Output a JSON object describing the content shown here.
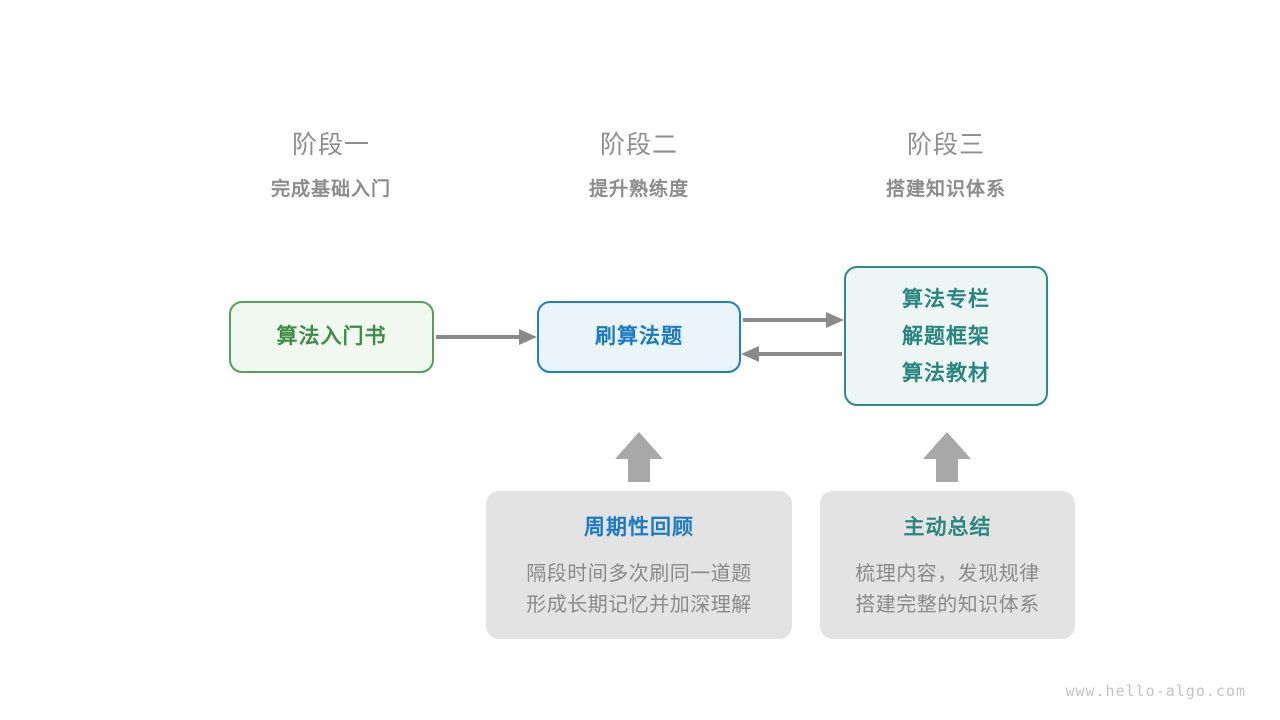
{
  "phases": [
    {
      "title": "阶段一",
      "subtitle": "完成基础入门"
    },
    {
      "title": "阶段二",
      "subtitle": "提升熟练度"
    },
    {
      "title": "阶段三",
      "subtitle": "搭建知识体系"
    }
  ],
  "nodes": {
    "book": {
      "label": "算法入门书",
      "color": "#3f8c46",
      "border": "#57a05a",
      "fill": "#f1f8f0"
    },
    "practice": {
      "label": "刷算法题",
      "color": "#1a7ac4",
      "border": "#1f7dd0",
      "fill": "#eaf4fd"
    },
    "resources": {
      "line1": "算法专栏",
      "line2": "解题框架",
      "line3": "算法教材",
      "color": "#28867e",
      "border": "#2e8b84",
      "fill": "#edf6f4"
    }
  },
  "notes": {
    "review": {
      "title": "周期性回顾",
      "title_color": "#1a7ac4",
      "body_line1": "隔段时间多次刷同一道题",
      "body_line2": "形成长期记忆并加深理解"
    },
    "summary": {
      "title": "主动总结",
      "title_color": "#28867e",
      "body_line1": "梳理内容，发现规律",
      "body_line2": "搭建完整的知识体系"
    }
  },
  "connectors": {
    "arrow_color": "#8a8a8a",
    "book_to_practice": "arrow-right",
    "practice_to_resources": "arrow-right",
    "resources_to_practice": "arrow-left",
    "review_to_practice": "arrow-up",
    "summary_to_resources": "arrow-up"
  },
  "watermark": "www.hello-algo.com"
}
